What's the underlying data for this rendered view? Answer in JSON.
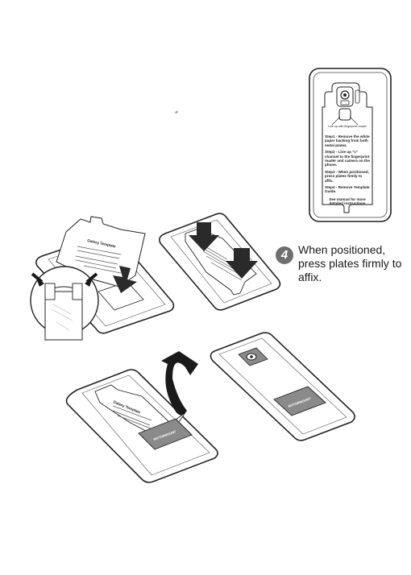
{
  "template": {
    "align_hint": "Line up with fingerprint reader",
    "step1": "Step1 - Remove the white paper backing from both metal plates.",
    "step2": "Step2 - Line up \"c\" channel to the fingerprint reader and camera on the phone.",
    "step3": "Step3 - When positioned, press plates firmly to affix.",
    "step4": "Step4 - Remove Template Guide.",
    "manual": "See manual for more detailed instructions",
    "small_title": "Galaxy Template"
  },
  "step4_callout": {
    "number": "4",
    "text": "When positioned, press plates firmly to affix."
  },
  "logo_text": "MOTORMOUNT",
  "colors": {
    "ink": "#1a1a1a",
    "plate": "#8a8a8a",
    "badge": "#6f6f6f",
    "paper": "#ffffff"
  },
  "icons": [
    "phone-outline",
    "template-sheet",
    "press-arrow",
    "curved-arrow",
    "metal-plate",
    "magnifier-circle"
  ]
}
